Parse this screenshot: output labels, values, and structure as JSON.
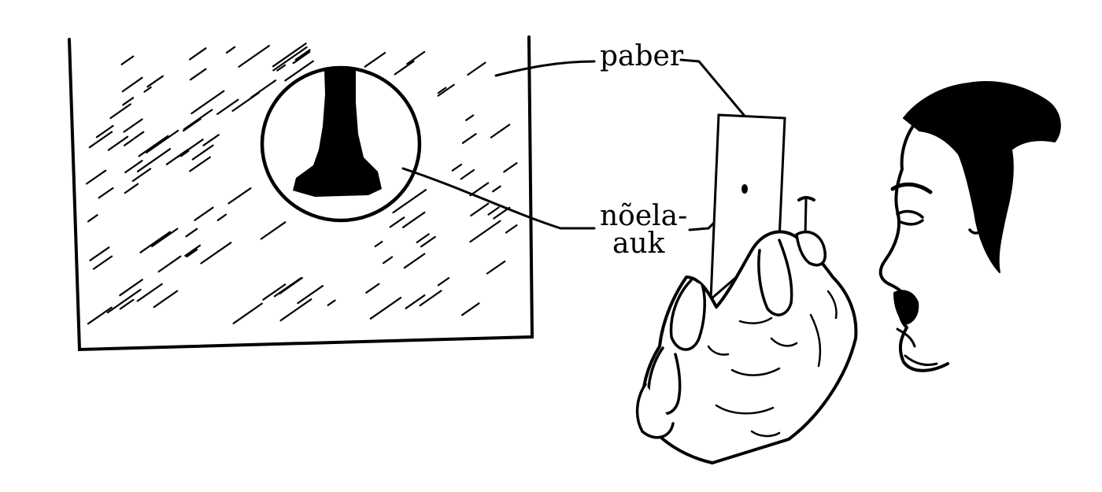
{
  "labels": {
    "paper": "paber",
    "needle_hole_line1": "nõela-",
    "needle_hole_line2": "auk"
  },
  "colors": {
    "ink": "#000000",
    "background": "#ffffff"
  },
  "icons": [
    "pin-icon",
    "hand-icon",
    "eye-icon",
    "face-profile-icon"
  ]
}
